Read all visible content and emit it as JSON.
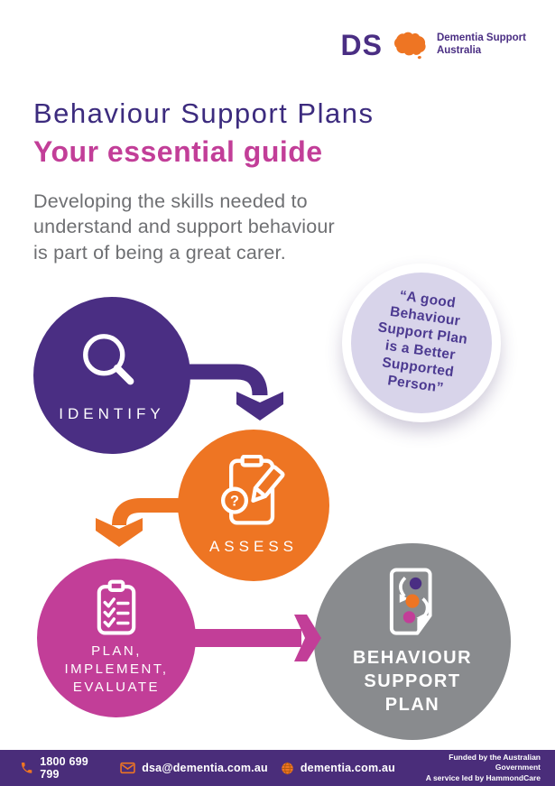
{
  "logo": {
    "ds": "DS",
    "name_line1": "Dementia Support",
    "name_line2": "Australia",
    "map_icon": "australia-map-icon",
    "purple": "#4A2E83",
    "orange": "#EE7523"
  },
  "header": {
    "title": "Behaviour Support Plans",
    "subtitle": "Your essential guide",
    "intro_lines": [
      "Developing the skills needed to",
      "understand and support behaviour",
      "is part of being a great carer."
    ]
  },
  "quote": {
    "lines": [
      "“A good",
      "Behaviour",
      "Support Plan",
      "is a Better",
      "Supported",
      "Person”"
    ],
    "bg": "#D8D4EA",
    "text_color": "#4C3A91"
  },
  "diagram": {
    "steps": [
      {
        "label": "IDENTIFY",
        "color": "#4A2E83",
        "icon": "magnifier-icon"
      },
      {
        "label": "ASSESS",
        "color": "#EE7523",
        "icon": "assessment-clipboard-pencil-icon"
      },
      {
        "label_lines": [
          "PLAN,",
          "IMPLEMENT,",
          "EVALUATE"
        ],
        "color": "#C23E98",
        "icon": "checklist-clipboard-icon"
      },
      {
        "label_lines": [
          "BEHAVIOUR",
          "SUPPORT",
          "PLAN"
        ],
        "color": "#898B8E",
        "icon": "plan-document-cycle-icon"
      }
    ],
    "arrow_colors": {
      "purple": "#4A2E83",
      "orange": "#EE7523",
      "pink": "#C23E98"
    }
  },
  "footer": {
    "phone": "1800 699 799",
    "email": "dsa@dementia.com.au",
    "website": "dementia.com.au",
    "funding_line1": "Funded by the Australian Government",
    "funding_line2": "A service led by HammondCare",
    "bg": "#4A2D7A",
    "icons": [
      "phone-icon",
      "envelope-icon",
      "globe-icon"
    ]
  }
}
